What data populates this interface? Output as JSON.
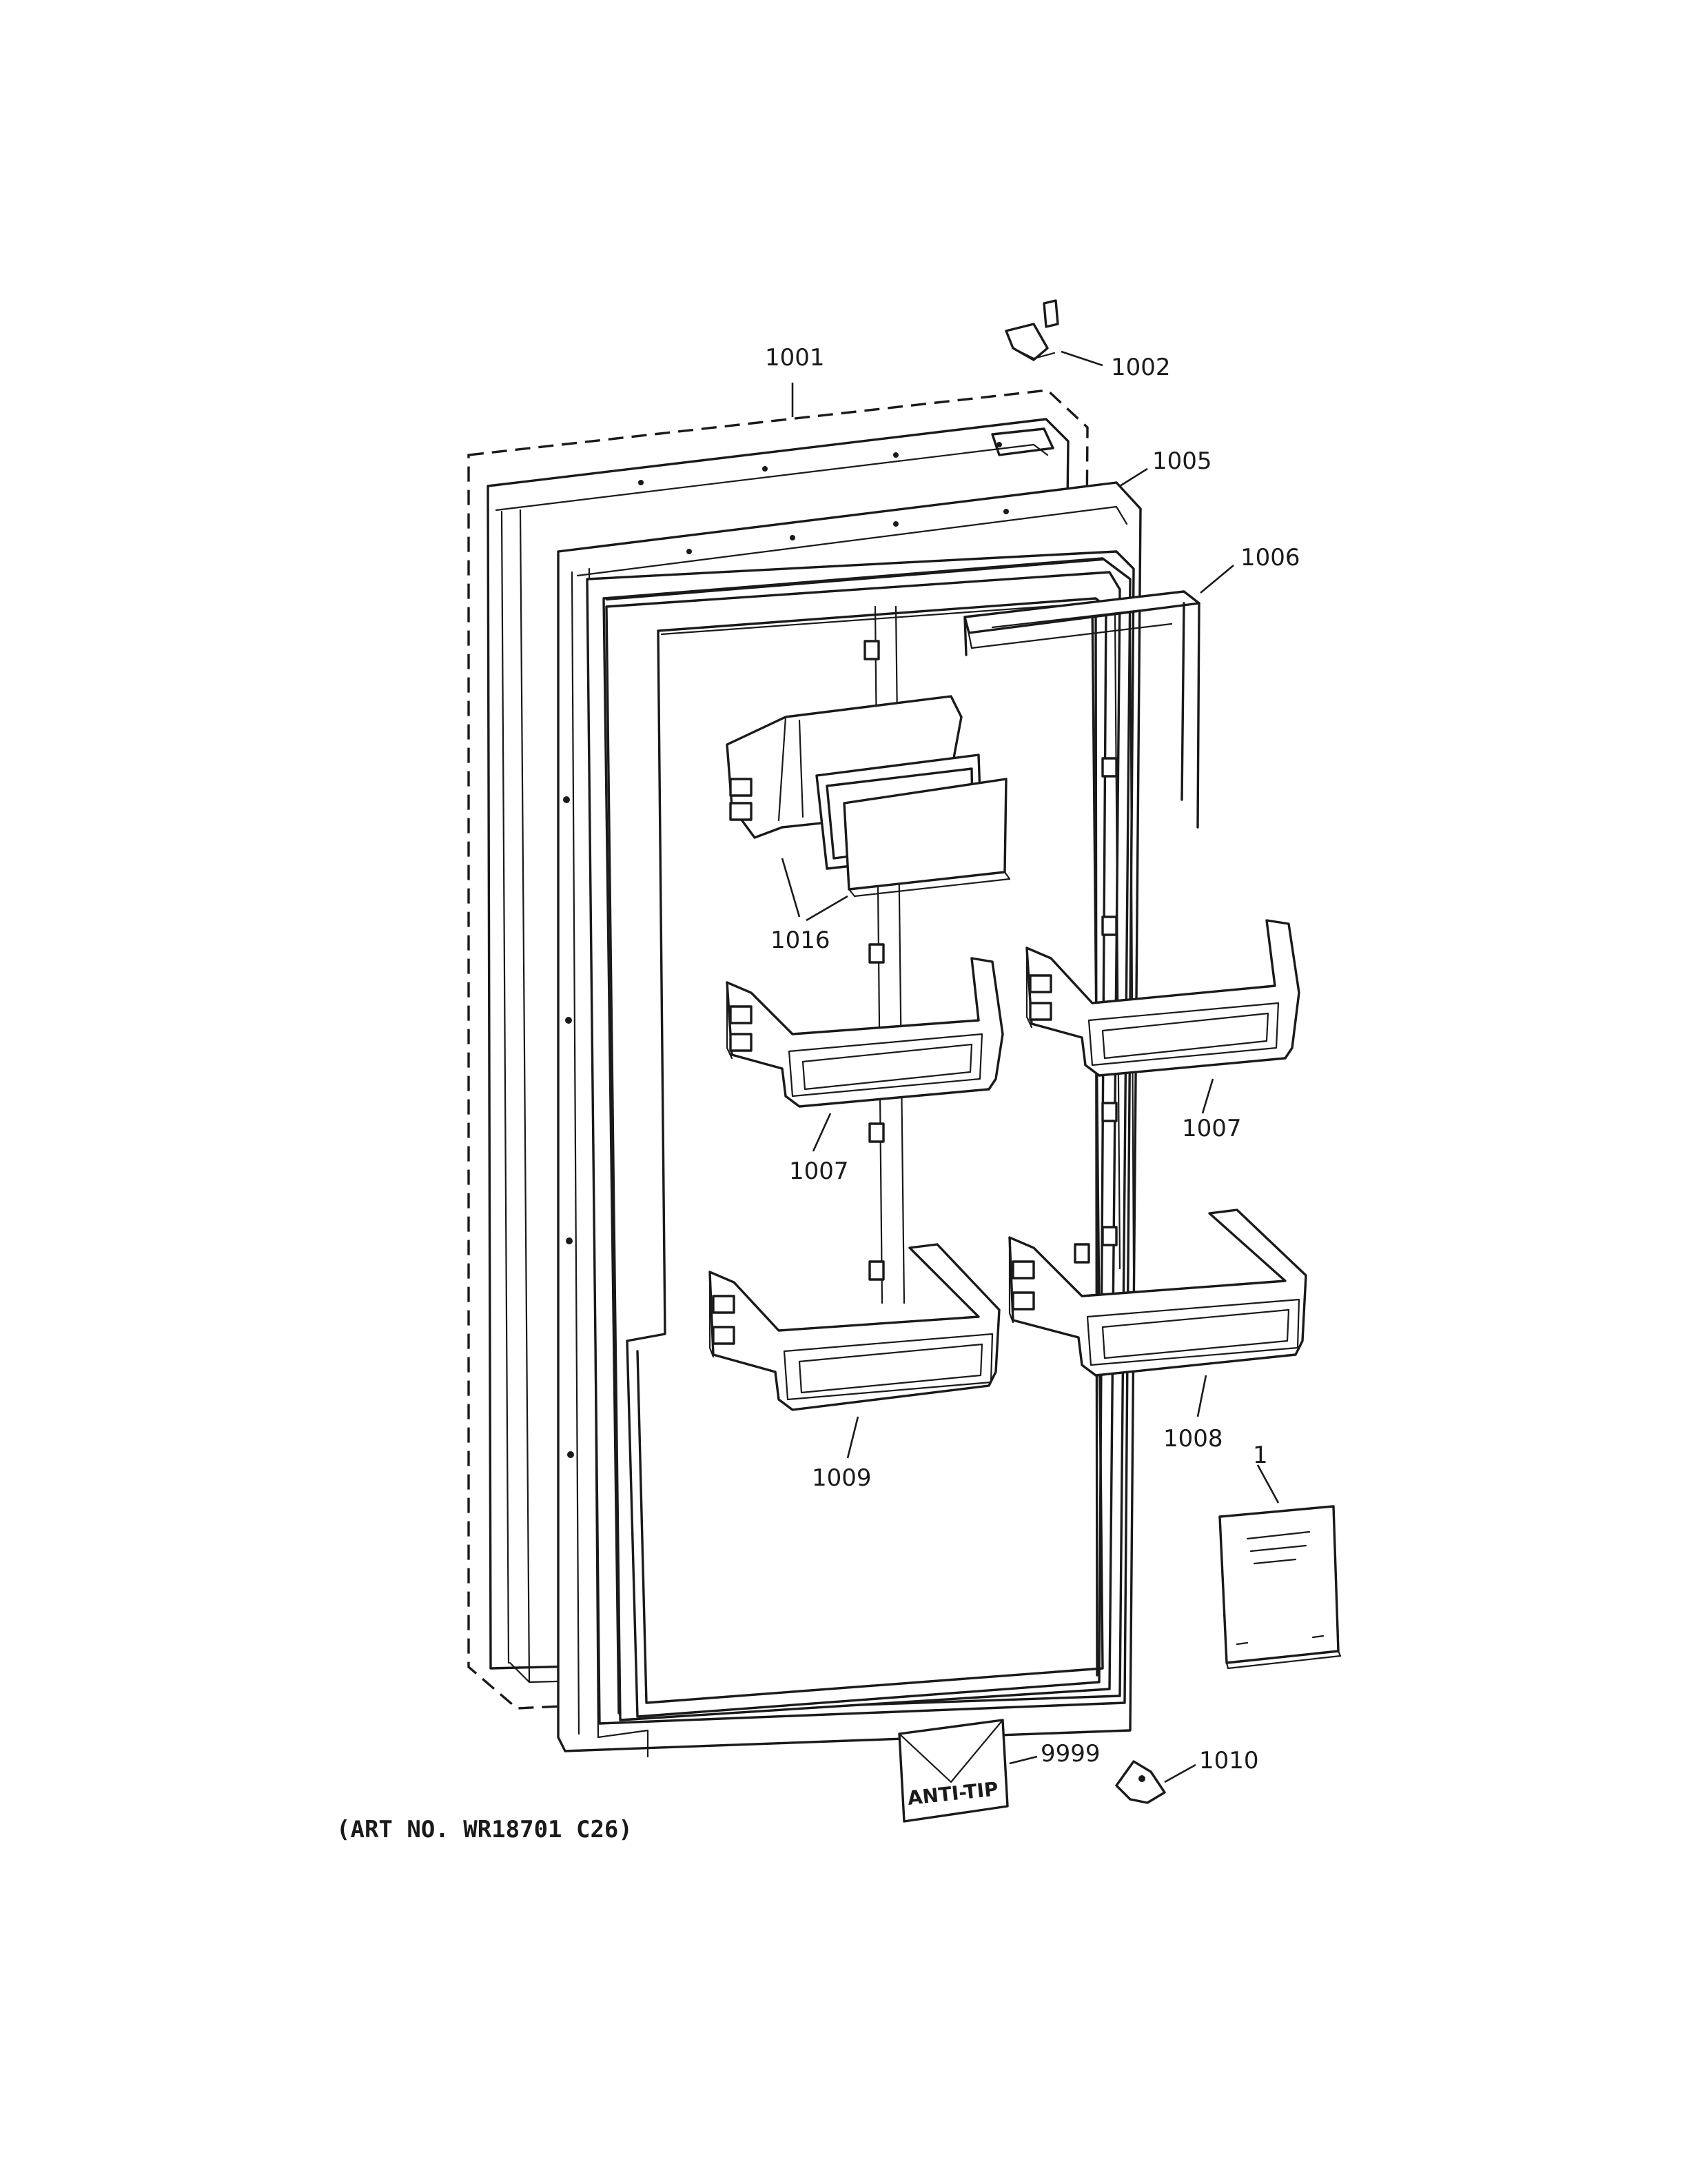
{
  "callouts": {
    "c1001": "1001",
    "c1002": "1002",
    "c1005": "1005",
    "c1006": "1006",
    "c1016": "1016",
    "c1007a": "1007",
    "c1007b": "1007",
    "c1009": "1009",
    "c1008": "1008",
    "c1": "1",
    "c9999": "9999",
    "c1010": "1010"
  },
  "envelope_label": "ANTI-TIP",
  "caption": "(ART NO. WR18701 C26)"
}
